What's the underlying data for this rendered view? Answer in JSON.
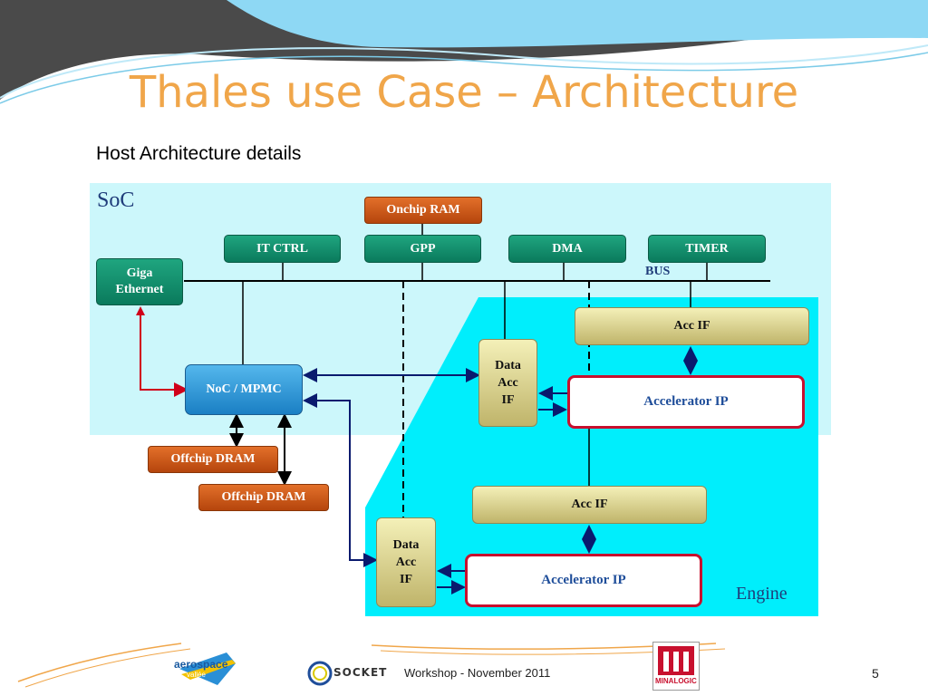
{
  "slide": {
    "title": "Thales use Case – Architecture",
    "subtitle": "Host Architecture details"
  },
  "diagram": {
    "soc_label": "SoC",
    "engine_label": "Engine",
    "bus_label": "BUS",
    "blocks": {
      "onchip_ram": "Onchip RAM",
      "it_ctrl": "IT CTRL",
      "gpp": "GPP",
      "dma": "DMA",
      "timer": "TIMER",
      "giga_ethernet": [
        "Giga",
        "Ethernet"
      ],
      "noc_mpmc": "NoC / MPMC",
      "offchip_dram_1": "Offchip DRAM",
      "offchip_dram_2": "Offchip DRAM",
      "acc_if_1": "Acc IF",
      "acc_if_2": "Acc IF",
      "data_acc_if_1": [
        "Data",
        "Acc",
        "IF"
      ],
      "data_acc_if_2": [
        "Data",
        "Acc",
        "IF"
      ],
      "accelerator_ip_1": "Accelerator IP",
      "accelerator_ip_2": "Accelerator IP"
    }
  },
  "footer": {
    "event": "Workshop - November 2011",
    "page_number": "5",
    "logo_socket": "SOCKET",
    "logo_aerospace": "aerospace",
    "logo_aerospace_sub": "vallée",
    "logo_minalogic": "MINALOGIC"
  },
  "colors": {
    "title": "#f0a64a",
    "soc_background": "#ccf7fb",
    "engine_background": "#00eefc",
    "block_green": "#0f8c6a",
    "block_orange": "#c9561a",
    "block_khaki": "#e4dd95",
    "accelerator_border": "#c8102e",
    "noc_blue": "#2f99dd",
    "link_blue": "#0a1a6e",
    "ethernet_link": "#d0001a"
  }
}
